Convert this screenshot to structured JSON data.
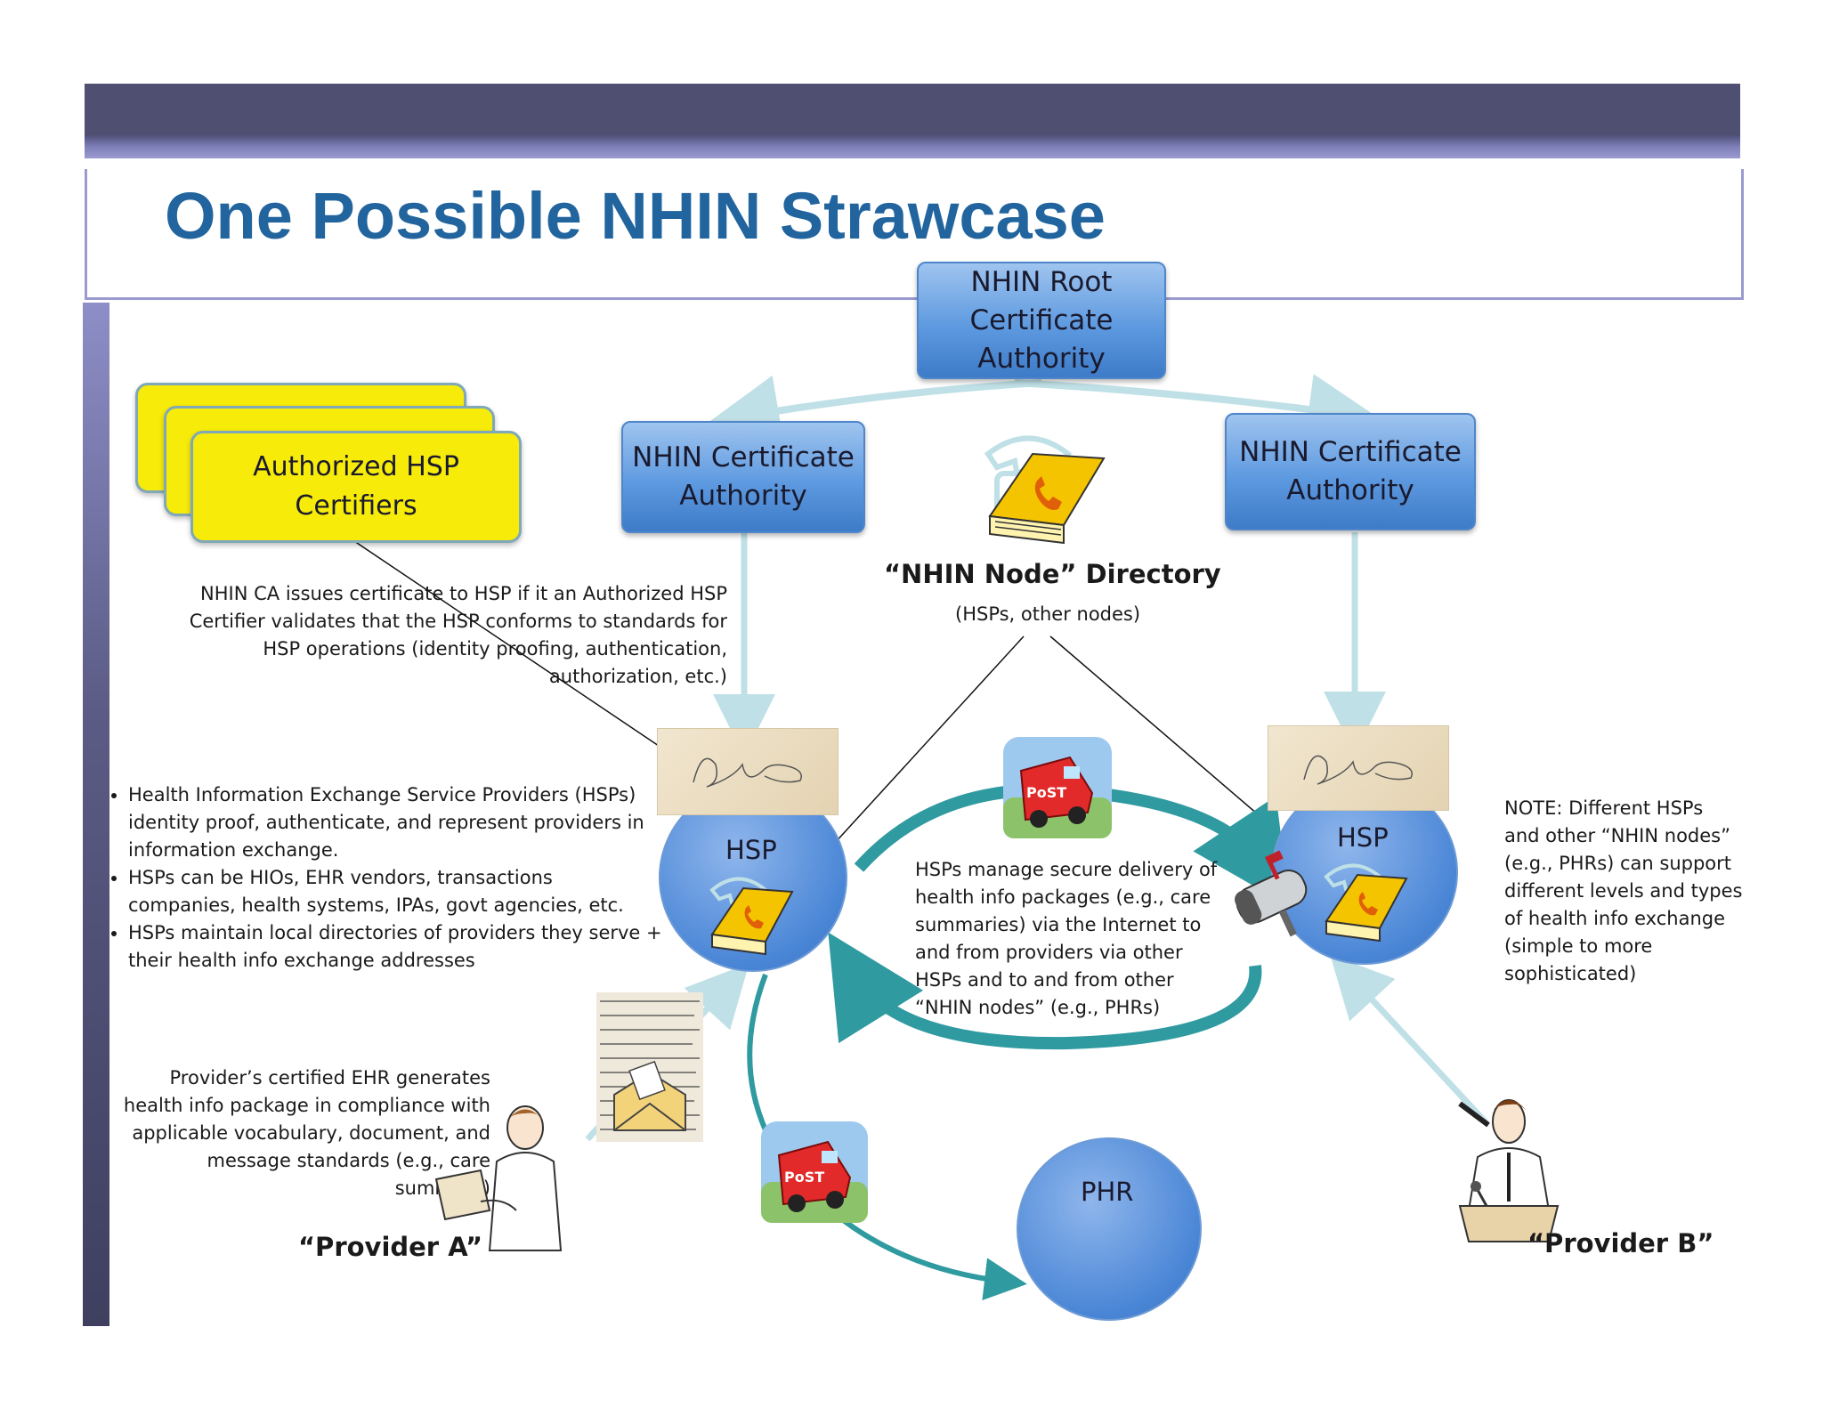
{
  "title": "One Possible NHIN Strawcase",
  "root_ca": "NHIN Root Certificate Authority",
  "ca_left": "NHIN Certificate Authority",
  "ca_right": "NHIN Certificate Authority",
  "certifiers": "Authorized HSP Certifiers",
  "directory": {
    "title": "“NHIN Node” Directory",
    "subtitle": "(HSPs, other nodes)"
  },
  "ca_issue_text": "NHIN CA issues certificate to HSP if it an Authorized HSP Certifier validates that the HSP conforms to standards for HSP operations (identity proofing, authentication, authorization, etc.)",
  "bullets": [
    "Health Information Exchange Service Providers (HSPs) identity proof, authenticate, and represent providers in information exchange.",
    "HSPs can be HIOs, EHR vendors, transactions companies, health systems, IPAs, govt agencies, etc.",
    "HSPs maintain local directories of providers they serve + their health info exchange addresses"
  ],
  "hsp_left": "HSP",
  "hsp_right": "HSP",
  "phr": "PHR",
  "delivery_text": "HSPs manage secure delivery of health info packages (e.g., care summaries) via the Internet to and from providers via other HSPs and to and from other “NHIN nodes” (e.g., PHRs)",
  "note_text": "NOTE:  Different HSPs and other “NHIN nodes” (e.g., PHRs) can support different levels and types of health info exchange (simple to more sophisticated)",
  "ehr_text": "Provider’s certified EHR generates health info package in compliance with applicable vocabulary, document, and message standards (e.g., care summary)",
  "provider_a": "“Provider A”",
  "provider_b": "“Provider B”",
  "icons": [
    "phone-book-icon",
    "telephone-icon",
    "post-truck-icon",
    "signature-certificate-icon",
    "mailbox-icon",
    "envelope-icon",
    "newspaper-document-icon",
    "nurse-provider-icon",
    "speaker-provider-icon"
  ],
  "colors": {
    "title": "#21649e",
    "ca_box": "#5e9ae0",
    "certifier": "#f7eb0a",
    "arrow": "#bfe0e6",
    "teal_arrow": "#2f9aa0"
  }
}
